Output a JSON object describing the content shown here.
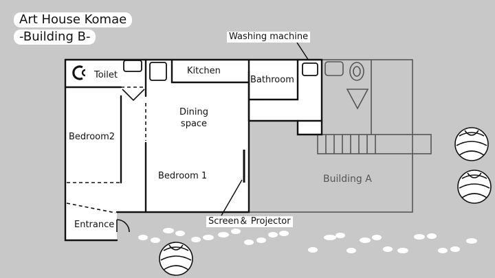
{
  "title": {
    "line1": "Art House Komae",
    "line2": "-Building B-"
  },
  "rooms": {
    "toilet": "Toilet",
    "kitchen": "Kitchen",
    "bathroom": "Bathroom",
    "dining": "Dining space",
    "bedroom2": "Bedroom2",
    "bedroom1": "Bedroom 1",
    "entrance": "Entrance",
    "building_a": "Building A"
  },
  "callouts": {
    "washing_machine": "Washing machine",
    "screen_projector": "Screen＆ Projector"
  },
  "colors": {
    "background": "#c8c8c8",
    "floor": "#ffffff",
    "wall": "#111111",
    "building_a_line": "#555555"
  }
}
